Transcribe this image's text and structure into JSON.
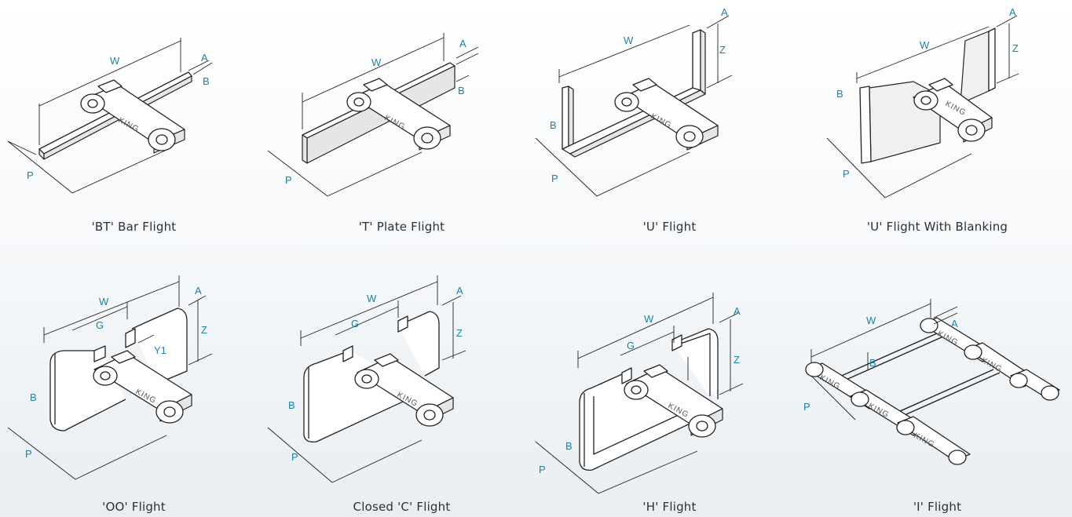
{
  "brand_text": "KING",
  "dimension_labels": {
    "width": "W",
    "pitch": "P",
    "thickness": "A",
    "bar_height": "B",
    "flight_height": "Z",
    "gap": "G",
    "inner_height": "Y1"
  },
  "flights": [
    {
      "caption": "'BT' Bar Flight"
    },
    {
      "caption": "'T' Plate Flight"
    },
    {
      "caption": "'U' Flight"
    },
    {
      "caption": "'U' Flight With Blanking"
    },
    {
      "caption": "'OO' Flight"
    },
    {
      "caption": "Closed 'C' Flight"
    },
    {
      "caption": "'H' Flight"
    },
    {
      "caption": "'I' Flight"
    }
  ],
  "colors": {
    "label": "#1e7fa4",
    "ink": "#222222",
    "caption": "#2b3136"
  }
}
